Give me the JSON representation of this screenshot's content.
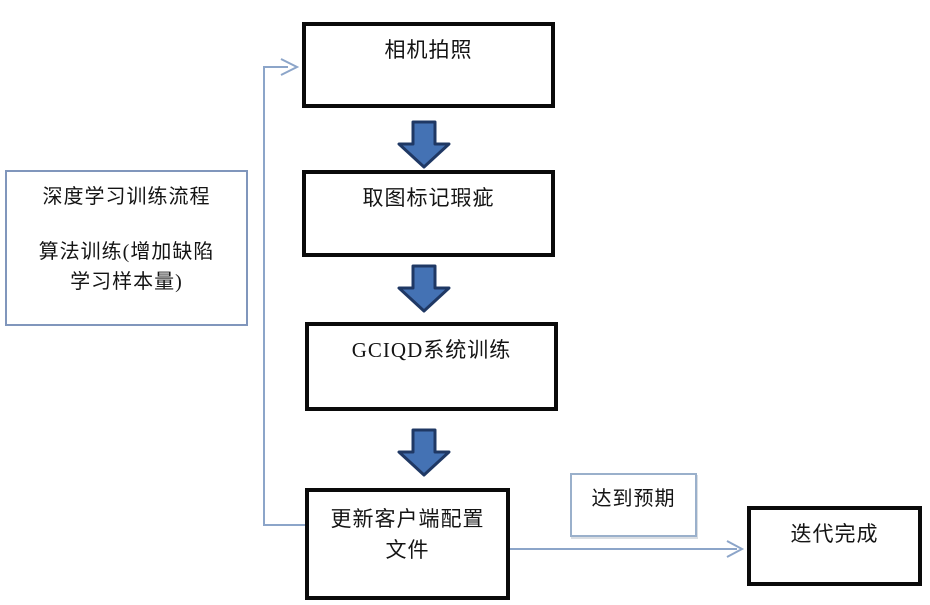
{
  "diagram": {
    "type": "flowchart",
    "side_note": {
      "lines": [
        "深度学习训练流程",
        "算法训练(增加缺陷",
        "学习样本量)"
      ]
    },
    "nodes": {
      "camera": {
        "label": "相机拍照"
      },
      "mark": {
        "label": "取图标记瑕疵"
      },
      "train": {
        "label": "GCIQD系统训练"
      },
      "update": {
        "lines": [
          "更新客户端配置",
          "文件"
        ]
      },
      "done": {
        "label": "迭代完成"
      }
    },
    "edges": [
      {
        "from": "camera",
        "to": "mark"
      },
      {
        "from": "mark",
        "to": "train"
      },
      {
        "from": "train",
        "to": "update"
      },
      {
        "from": "update",
        "to": "done",
        "label": "达到预期"
      },
      {
        "from": "update",
        "to": "camera",
        "type": "feedback-loop"
      }
    ],
    "colors": {
      "node_border": "#0a0a0a",
      "note_border": "#8096bc",
      "label_border": "#9ab0cb",
      "arrow_fill": "#4472b4",
      "arrow_stroke": "#1f3864",
      "connector": "#8ca5c9"
    }
  }
}
